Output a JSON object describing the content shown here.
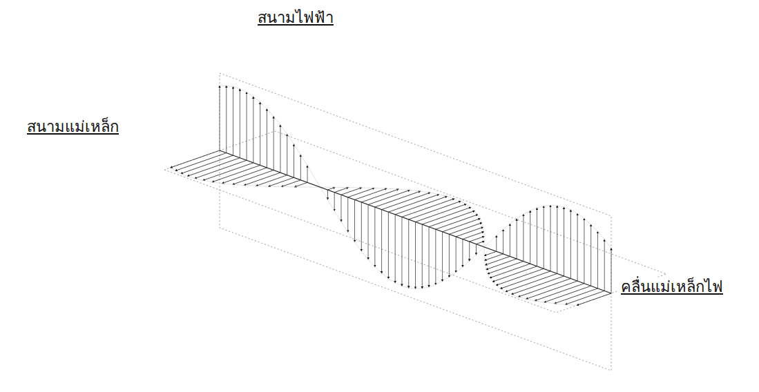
{
  "diagram": {
    "labels": [
      "สนามไฟฟ้า",
      "สนามแม่เหล็ก",
      "คลื่นแม่เหล็กไฟ"
    ]
  }
}
